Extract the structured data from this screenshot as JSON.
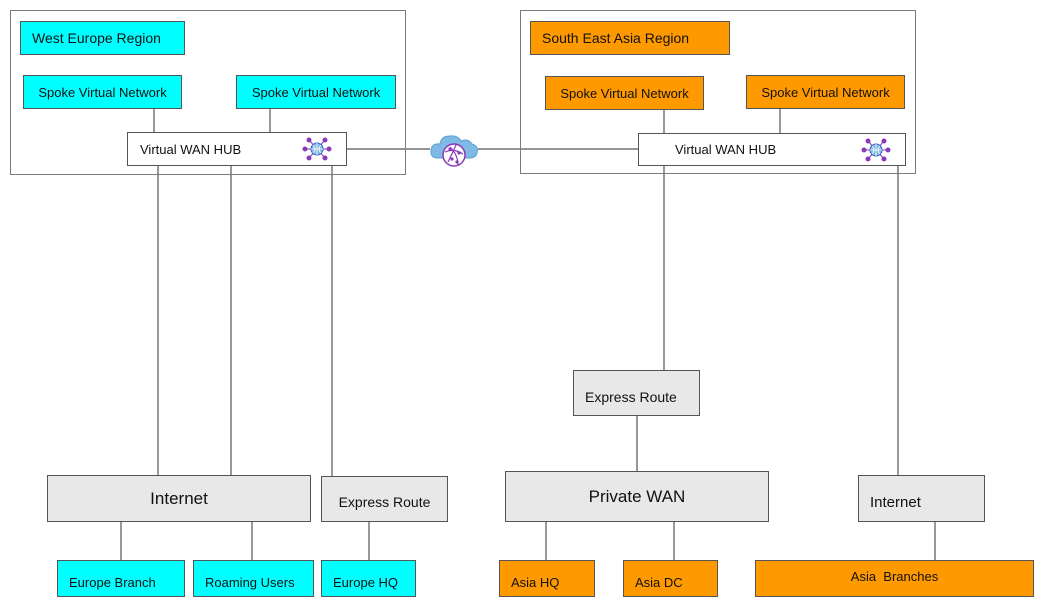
{
  "regions": {
    "west": {
      "title": "West Europe Region"
    },
    "southeast": {
      "title": "South East Asia Region"
    }
  },
  "west": {
    "spoke_left": "Spoke Virtual Network",
    "spoke_right": "Spoke Virtual Network",
    "hub": "Virtual WAN HUB",
    "internet": "Internet",
    "express_route": "Express Route",
    "europe_branch": "Europe Branch",
    "roaming_users": "Roaming Users",
    "europe_hq": "Europe HQ"
  },
  "asia": {
    "spoke_left": "Spoke Virtual Network",
    "spoke_right": "Spoke Virtual Network",
    "hub": "Virtual WAN HUB",
    "express_route": "Express Route",
    "private_wan": "Private WAN",
    "internet": "Internet",
    "asia_hq": "Asia HQ",
    "asia_dc": "Asia DC",
    "asia_branches": "Asia  Branches"
  },
  "icons": {
    "hub_icon": "virtual-wan-hub-icon",
    "cloud_icon": "virtual-wan-cloud-icon"
  },
  "colors": {
    "west": "#00ffff",
    "asia": "#ff9900",
    "onprem": "#e8e8e8",
    "icon_purple": "#8a3ab9",
    "cloud_blue": "#7fb9e6"
  }
}
